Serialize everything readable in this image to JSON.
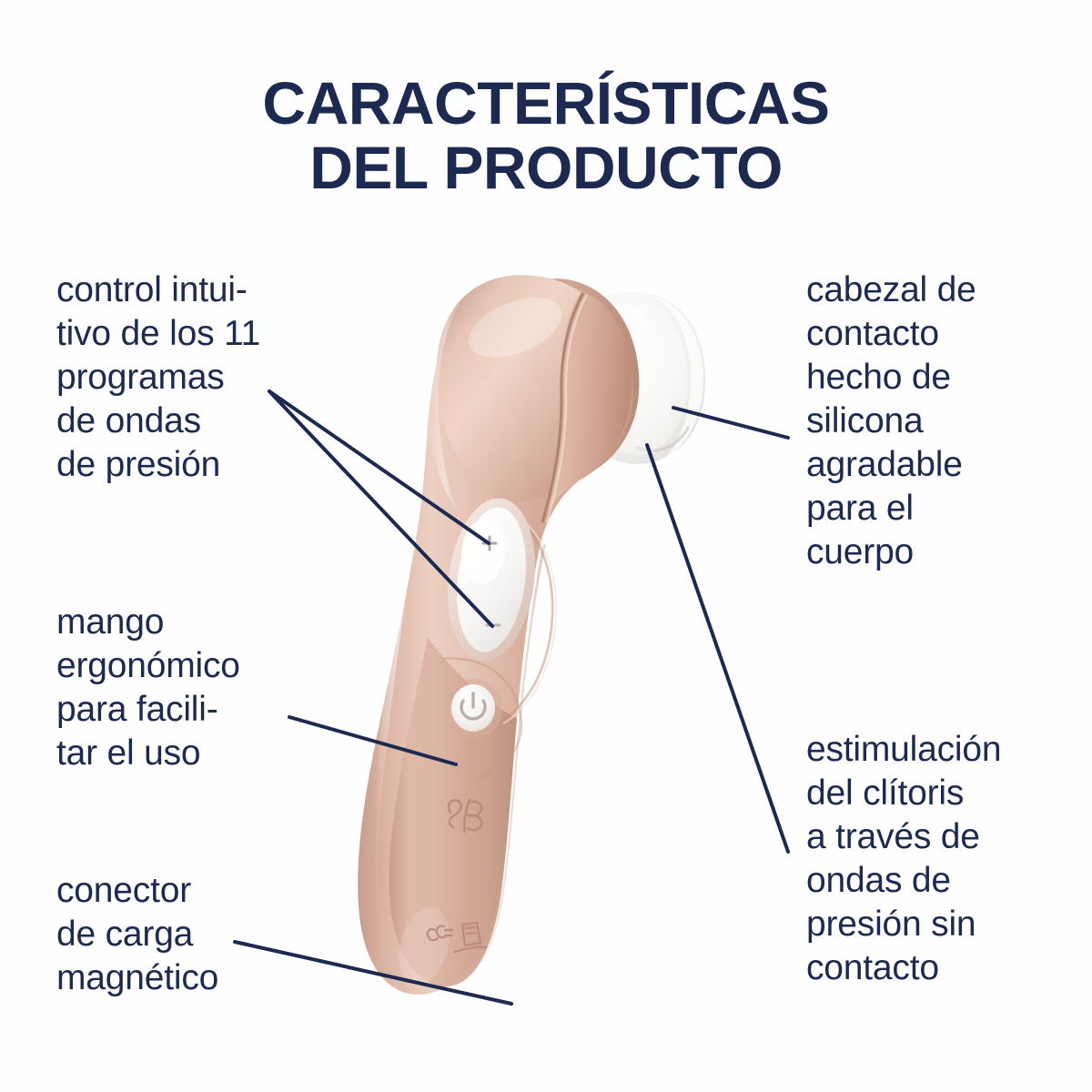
{
  "title": {
    "line1": "CARACTERÍSTICAS",
    "line2": "DEL PRODUCTO"
  },
  "colors": {
    "navy": "#1c2951",
    "background": "#ffffff",
    "rose_gold_light": "#e8c7b8",
    "rose_gold_mid": "#d9ab99",
    "rose_gold_dark": "#b98b7a",
    "silicone_white": "#f4f3f1"
  },
  "callouts": {
    "control": {
      "text": "control intui-\ntivo de los 11\nprogramas\nde ondas\nde presión",
      "side": "left"
    },
    "handle": {
      "text": "mango\nergonómico\npara facili-\ntar el uso",
      "side": "left"
    },
    "connector": {
      "text": "conector\nde carga\nmagnético",
      "side": "left"
    },
    "head": {
      "text": "cabezal de\ncontacto\nhecho de\nsilicona\nagradable\npara el\ncuerpo",
      "side": "right"
    },
    "stimulation": {
      "text": "estimulación\ndel clítoris\na través de\nondas de\npresión sin\ncontacto",
      "side": "right"
    }
  },
  "product": {
    "name": "air-pulse-stimulator",
    "body_label": "rose-gold-body",
    "nozzle_label": "white-silicone-head",
    "controls": {
      "plus_label": "+",
      "minus_label": "−",
      "power_label": "power-symbol"
    },
    "brand_mark": "script-logo",
    "regulatory_mark": "ce-waste-marks"
  }
}
